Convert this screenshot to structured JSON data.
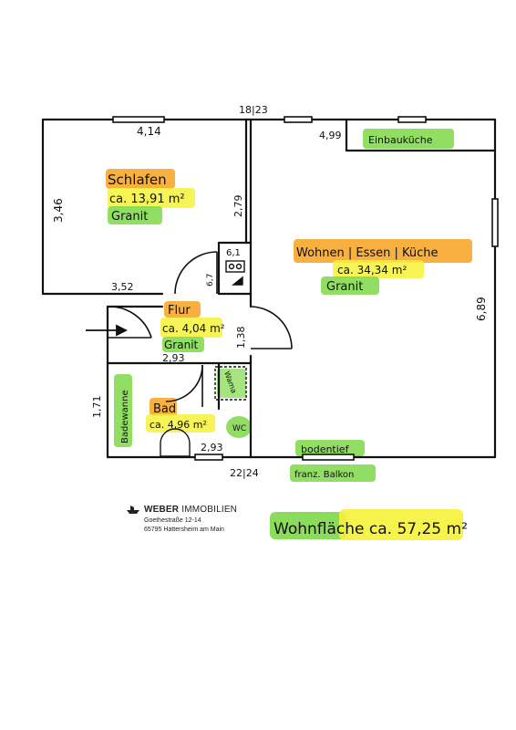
{
  "dimensions": {
    "top_total": "18|23",
    "bottom_total": "22|24",
    "schlafen_width": "4,14",
    "schlafen_height": "3,46",
    "schlafen_bottom": "3,52",
    "schlafen_wall": "2,79",
    "wohnen_top": "4,99",
    "wohnen_height": "6,89",
    "small_top": "6,1",
    "small_side": "6,7",
    "flur_right": "1,38",
    "flur_bottom": "2,93",
    "bad_left": "1,71",
    "bad_bottom": "2,93"
  },
  "rooms": {
    "schlafen": {
      "name": "Schlafen",
      "area": "ca. 13,91 m²",
      "floor": "Granit"
    },
    "wohnen": {
      "name": "Wohnen | Essen | Küche",
      "area": "ca. 34,34 m²",
      "floor": "Granit"
    },
    "flur": {
      "name": "Flur",
      "area": "ca. 4,04 m²",
      "floor": "Granit"
    },
    "bad": {
      "name": "Bad",
      "area": "ca. 4,96 m²"
    }
  },
  "fixtures": {
    "einbaukueche": "Einbauküche",
    "badewanne": "Badewanne",
    "waschmaschine": "Wama",
    "wc": "WC",
    "bodentief": "bodentief",
    "balkon": "franz. Balkon"
  },
  "total": "Wohnfläche ca. 57,25 m²",
  "company": {
    "name_bold": "WEBER",
    "name_rest": " IMMOBILIEN",
    "street": "Goethestraße 12-14",
    "city": "65795 Hattersheim am Main"
  },
  "colors": {
    "highlight_yellow": "#f5f23a",
    "highlight_orange": "#f7a21e",
    "highlight_green": "#7fd84a",
    "wall": "#111111"
  }
}
